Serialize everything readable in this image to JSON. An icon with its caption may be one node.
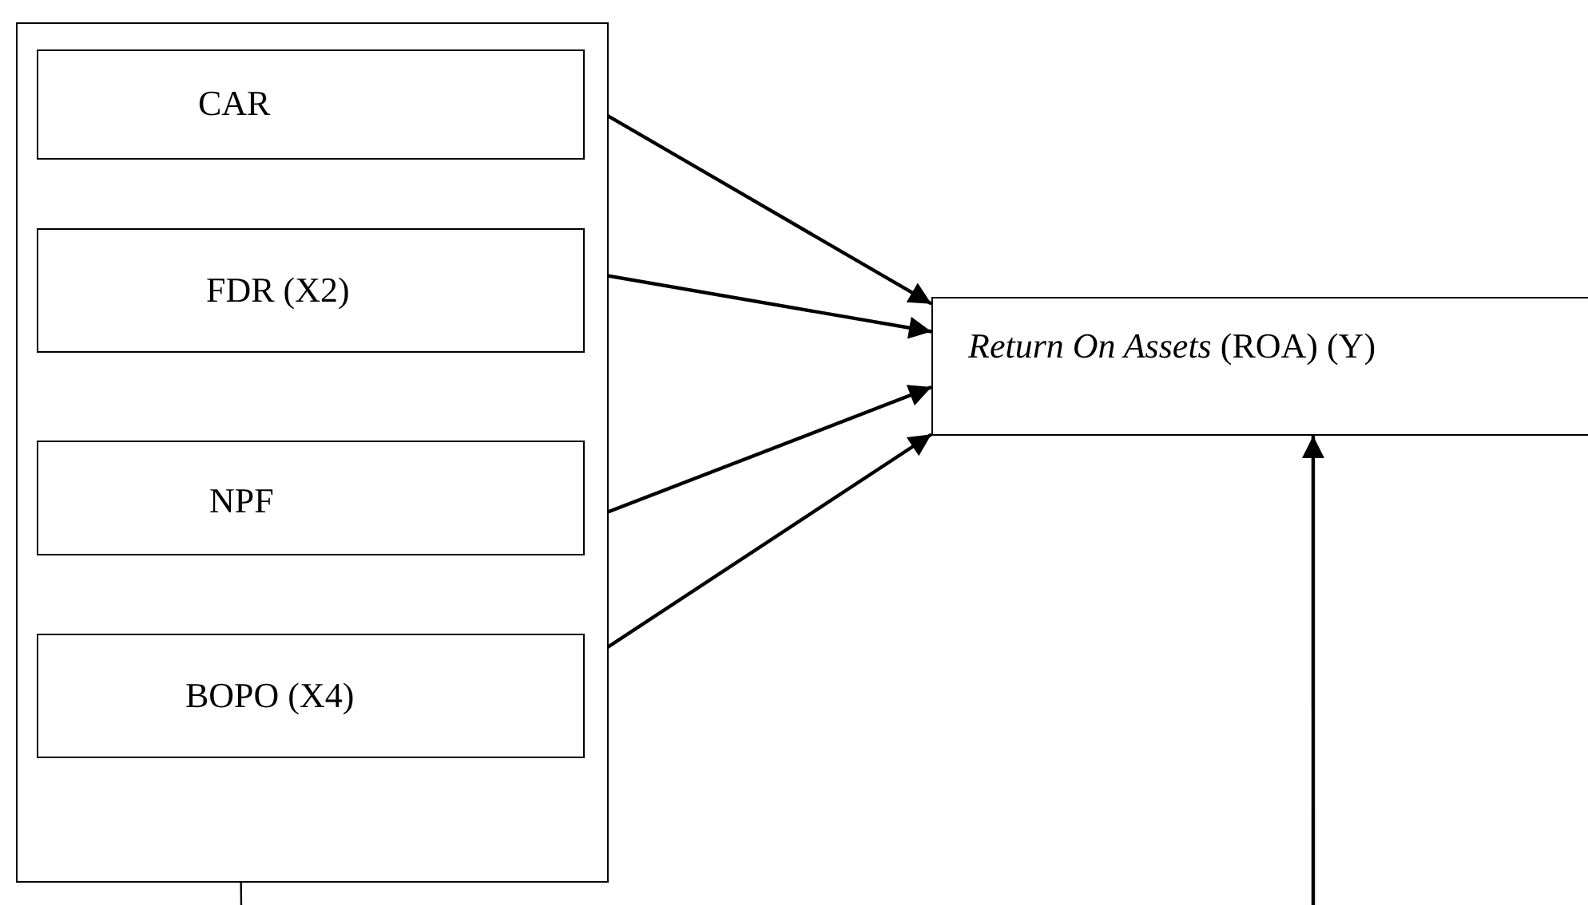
{
  "diagram": {
    "nodes": [
      {
        "text": [],
        "shape": "box"
      },
      {
        "text": [
          "CAR"
        ],
        "in": 0
      },
      {
        "text": [
          "FDR (X2)"
        ],
        "in": 0
      },
      {
        "text": [
          "NPF"
        ],
        "in": 0
      },
      {
        "text": [
          "BOPO (X4)"
        ],
        "in": 0
      },
      {
        "text": [
          "*Return On Assets* (ROA) (Y)"
        ]
      }
    ],
    "edges": [
      {
        "from": 1,
        "to": 5,
        "arrow": "to"
      },
      {
        "from": 2,
        "to": 5,
        "arrow": "to"
      },
      {
        "from": 3,
        "to": 5,
        "arrow": "to"
      },
      {
        "from": 4,
        "to": 5,
        "arrow": "to"
      },
      {
        "from": 4,
        "to": null,
        "arrow": "none"
      },
      {
        "from": null,
        "to": 5,
        "arrow": "to"
      }
    ]
  }
}
